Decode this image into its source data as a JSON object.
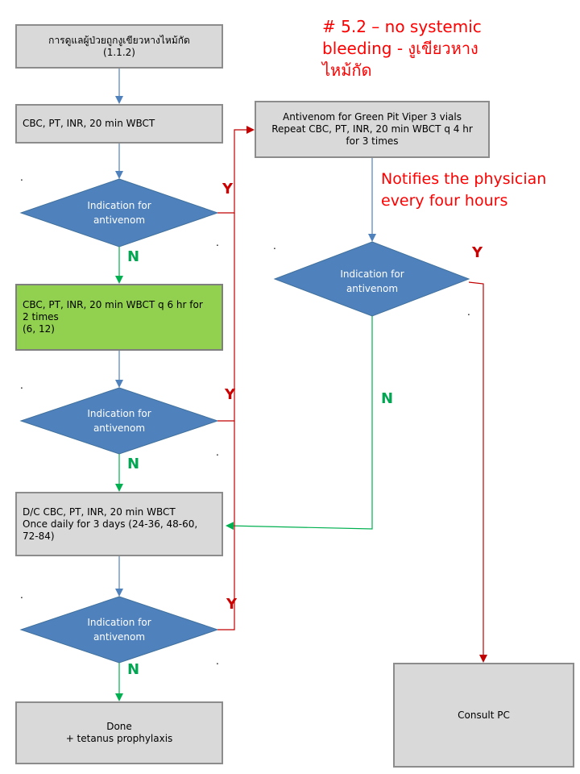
{
  "title": {
    "line1": "# 5.2 – no systemic",
    "line2": "bleeding - งูเขียวหาง",
    "line3": "ไหม้กัด"
  },
  "note": {
    "line1": "Notifies the physician",
    "line2": "every four hours"
  },
  "boxes": {
    "start": {
      "line1": "การดูแลผู้ป่วยถูกงูเขียวหางไหม้กัด",
      "line2": "(1.1.2)"
    },
    "labs1": {
      "line1": "CBC, PT, INR, 20 min WBCT"
    },
    "labs2": {
      "line1": "CBC, PT, INR, 20 min WBCT q 6 hr for",
      "line2": "2 times",
      "line3": "(6, 12)"
    },
    "labs3": {
      "line1": "D/C CBC, PT, INR, 20 min WBCT",
      "line2": "Once daily for 3 days (24-36, 48-60,",
      "line3": "72-84)"
    },
    "done": {
      "line1": "Done",
      "line2": "+ tetanus prophylaxis"
    },
    "antivenom": {
      "line1": "Antivenom for Green Pit Viper 3 vials",
      "line2": "Repeat CBC, PT, INR, 20 min WBCT q 4 hr",
      "line3": "for 3 times"
    },
    "consult": {
      "line1": "Consult PC"
    }
  },
  "decisions": {
    "d1": {
      "line1": "Indication for",
      "line2": "antivenom"
    },
    "d2": {
      "line1": "Indication for",
      "line2": "antivenom"
    },
    "d3": {
      "line1": "Indication for",
      "line2": "antivenom"
    },
    "d4": {
      "line1": "Indication for",
      "line2": "antivenom"
    }
  },
  "labels": {
    "yes": "Y",
    "no": "N"
  },
  "colors": {
    "box_fill": "#d9d9d9",
    "box_green": "#92d050",
    "decision_fill": "#4f81bd",
    "arrow_blue": "#4f81bd",
    "arrow_red": "#c00000",
    "arrow_green": "#00b050",
    "note_red": "#ff0000"
  }
}
